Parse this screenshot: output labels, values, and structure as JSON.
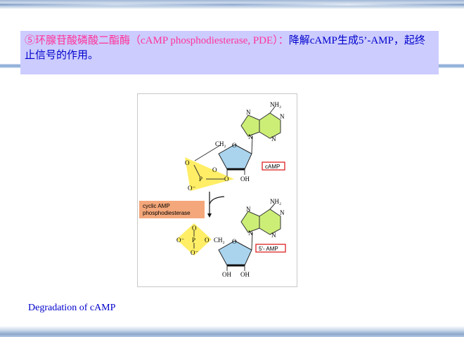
{
  "title": {
    "pink_part": "⑤环腺苷酸磷酸二酯酶（cAMP phosphodiesterase, PDE）：",
    "blue_part": "降解cAMP生成5’-AMP，起终止信号的作用。"
  },
  "figure": {
    "nh2": "NH₂",
    "n": "N",
    "o": "O",
    "ch2": "CH₂",
    "p": "P",
    "oh": "OH",
    "o_minus": "O⁻",
    "camp_label": "cAMP",
    "amp_label": "5'- AMP",
    "enzyme_line1": "cyclic AMP",
    "enzyme_line2": "phosphodiesterase"
  },
  "caption": "Degradation of cAMP",
  "colors": {
    "box": "#ccccff",
    "pink": "#ff3399",
    "blue": "#0000cc",
    "adenine": "#ccee77",
    "ribose": "#aad4ee",
    "phosphate": "#ffee66",
    "enzyme": "#f4a77a",
    "label_border": "#dd2222"
  }
}
